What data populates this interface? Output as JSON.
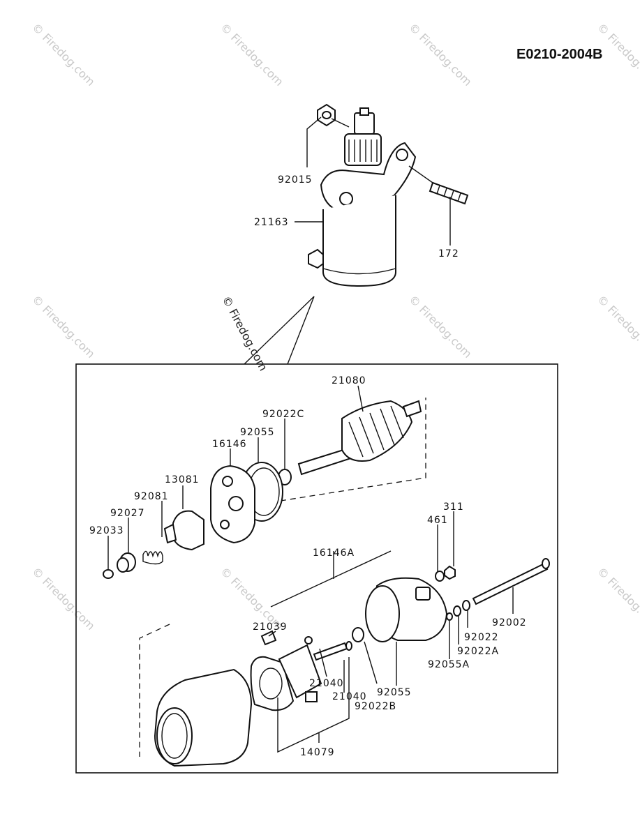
{
  "diagram_code": "E0210-2004B",
  "watermark": "© Firedog.com",
  "callouts": [
    {
      "id": "c-92015",
      "text": "92015"
    },
    {
      "id": "c-21163",
      "text": "21163"
    },
    {
      "id": "c-172",
      "text": "172"
    },
    {
      "id": "c-21080",
      "text": "21080"
    },
    {
      "id": "c-92022c",
      "text": "92022C"
    },
    {
      "id": "c-92055-top",
      "text": "92055"
    },
    {
      "id": "c-16146",
      "text": "16146"
    },
    {
      "id": "c-13081",
      "text": "13081"
    },
    {
      "id": "c-92081",
      "text": "92081"
    },
    {
      "id": "c-92027",
      "text": "92027"
    },
    {
      "id": "c-92033",
      "text": "92033"
    },
    {
      "id": "c-311",
      "text": "311"
    },
    {
      "id": "c-461",
      "text": "461"
    },
    {
      "id": "c-16146a",
      "text": "16146A"
    },
    {
      "id": "c-21039",
      "text": "21039"
    },
    {
      "id": "c-92002",
      "text": "92002"
    },
    {
      "id": "c-92022",
      "text": "92022"
    },
    {
      "id": "c-92022a",
      "text": "92022A"
    },
    {
      "id": "c-92055a",
      "text": "92055A"
    },
    {
      "id": "c-21040-a",
      "text": "21040"
    },
    {
      "id": "c-21040-b",
      "text": "21040"
    },
    {
      "id": "c-92055-bot",
      "text": "92055"
    },
    {
      "id": "c-92022b",
      "text": "92022B"
    },
    {
      "id": "c-14079",
      "text": "14079"
    }
  ]
}
